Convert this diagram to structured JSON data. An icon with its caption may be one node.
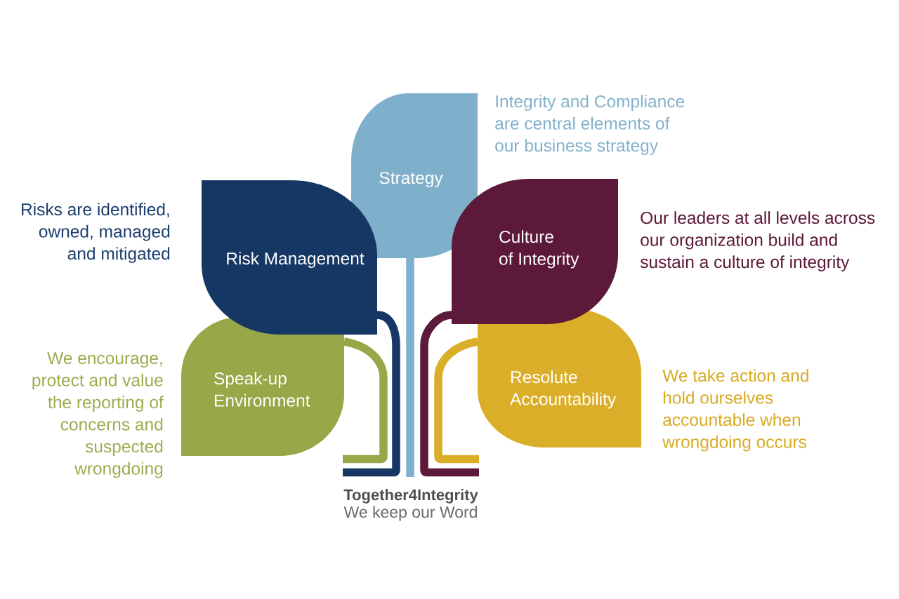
{
  "diagram": {
    "nodes": [
      {
        "text": [
          "Strategy"
        ],
        "beside": [
          "Integrity and Compliance are central elements of our business strategy"
        ]
      },
      {
        "text": [
          "Risk Management"
        ],
        "beside": [
          "Risks are identified, owned, managed and mitigated"
        ]
      },
      {
        "text": [
          "Culture of Integrity"
        ],
        "beside": [
          "Our leaders at all levels across our organization build and sustain a culture of integrity"
        ]
      },
      {
        "text": [
          "Speak-up Environment"
        ],
        "beside": [
          "We encourage, protect and value the reporting of concerns and suspected wrongdoing"
        ]
      },
      {
        "text": [
          "Resolute Accountability"
        ],
        "beside": [
          "We take action and hold ourselves accountable when wrongdoing occurs"
        ]
      },
      {
        "text": [
          "Together4Integrity",
          "We keep our Word"
        ]
      }
    ],
    "edges": [
      {
        "from": 0,
        "to": 5,
        "arrow": "none",
        "color": "#7fb0cb"
      },
      {
        "from": 1,
        "to": 5,
        "arrow": "none",
        "color": "#163764"
      },
      {
        "from": 2,
        "to": 5,
        "arrow": "none",
        "color": "#5d1939"
      },
      {
        "from": 3,
        "to": 5,
        "arrow": "none",
        "color": "#96a848"
      },
      {
        "from": 4,
        "to": 5,
        "arrow": "none",
        "color": "#dbae2a"
      }
    ]
  }
}
